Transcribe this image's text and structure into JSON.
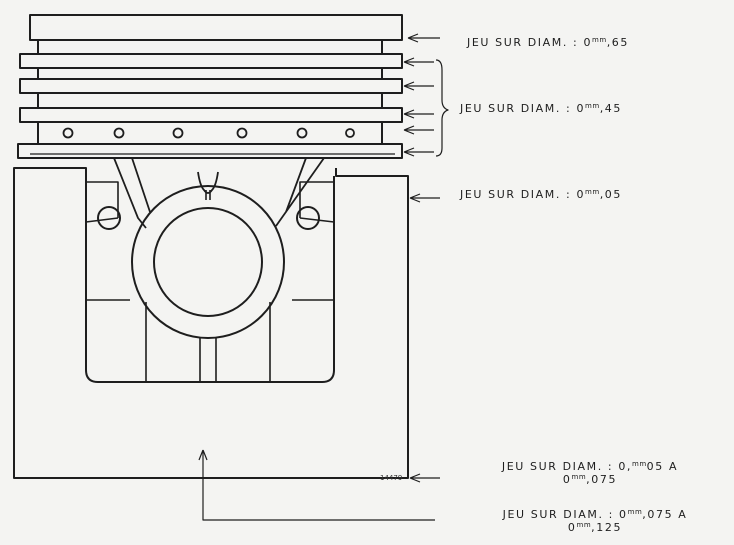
{
  "labels": {
    "top": {
      "prefix": "JEU SUR DIAM. : 0",
      "unit": "mm",
      "value": ",65"
    },
    "rings": {
      "prefix": "JEU SUR DIAM. : 0",
      "unit": "mm",
      "value": ",45"
    },
    "land": {
      "prefix": "JEU SUR DIAM. : 0",
      "unit": "mm",
      "value": ",05"
    },
    "skirt_bottom": {
      "line1_prefix": "JEU SUR DIAM. : 0,",
      "line1_unit": "mm",
      "line1_value": "05 A",
      "line2_prefix": "0",
      "line2_unit": "mm",
      "line2_value": ",075"
    },
    "skirt_mid": {
      "line1_prefix": "JEU SUR DIAM. : 0",
      "line1_unit": "mm",
      "line1_value": ",075 A",
      "line2_prefix": "0",
      "line2_unit": "mm",
      "line2_value": ",125"
    }
  },
  "figure_ref": "14479",
  "colors": {
    "ink": "#1e1e1e",
    "paper": "#f4f4f2"
  }
}
